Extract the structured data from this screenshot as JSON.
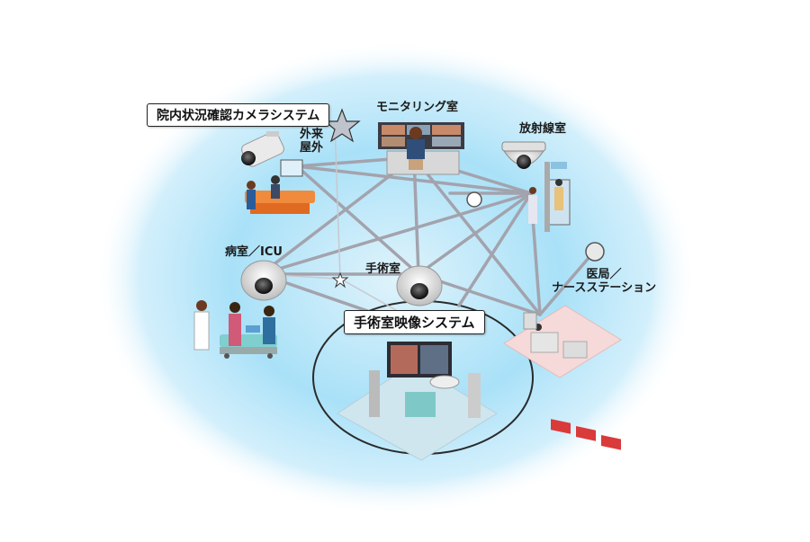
{
  "labels": {
    "camera_system": "院内状況確認カメラシステム",
    "monitoring_room": "モニタリング室",
    "outpatient_line1": "外来",
    "outpatient_line2": "屋外",
    "radiology_room": "放射線室",
    "ward_icu": "病室／ICU",
    "operating_room": "手術室",
    "medical_office_line1": "医局／",
    "medical_office_line2": "ナースステーション",
    "or_video_system": "手術室映像システム"
  },
  "colors": {
    "glow": "#7fd3f5",
    "network_line": "#a9a9b3",
    "camera_body": "#ececec",
    "floor_or": "#cfe6ee",
    "floor_office": "#f6d9d9",
    "accent_red": "#d93a3a"
  }
}
